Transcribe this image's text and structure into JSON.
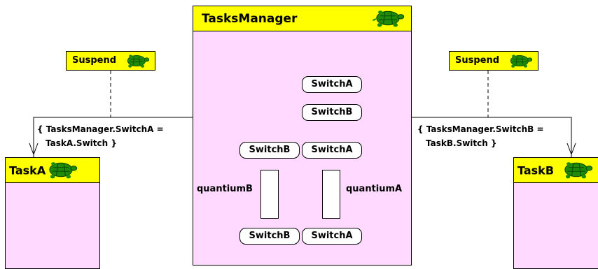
{
  "tasks_manager": {
    "title": "TasksManager"
  },
  "task_a": {
    "title": "TaskA"
  },
  "task_b": {
    "title": "TaskB"
  },
  "suspend_left": {
    "title": "Suspend"
  },
  "suspend_right": {
    "title": "Suspend"
  },
  "note_left": {
    "line1": "{ TasksManager.SwitchA =",
    "line2": "TaskA.Switch }"
  },
  "note_right": {
    "line1": "{ TasksManager.SwitchB =",
    "line2": "TaskB.Switch }"
  },
  "states": {
    "switch_a_top": "SwitchA",
    "switch_b_top": "SwitchB",
    "switch_b_left": "SwitchB",
    "switch_a_right": "SwitchA",
    "switch_b_bottom": "SwitchB",
    "switch_a_bottom": "SwitchA"
  },
  "activities": {
    "left": "quantiumB",
    "right": "quantiumA"
  },
  "icons": {
    "turtle": "turtle-icon"
  },
  "colors": {
    "header": "#ffff00",
    "body": "#ffd9ff",
    "turtle": "#1e8c0a"
  }
}
